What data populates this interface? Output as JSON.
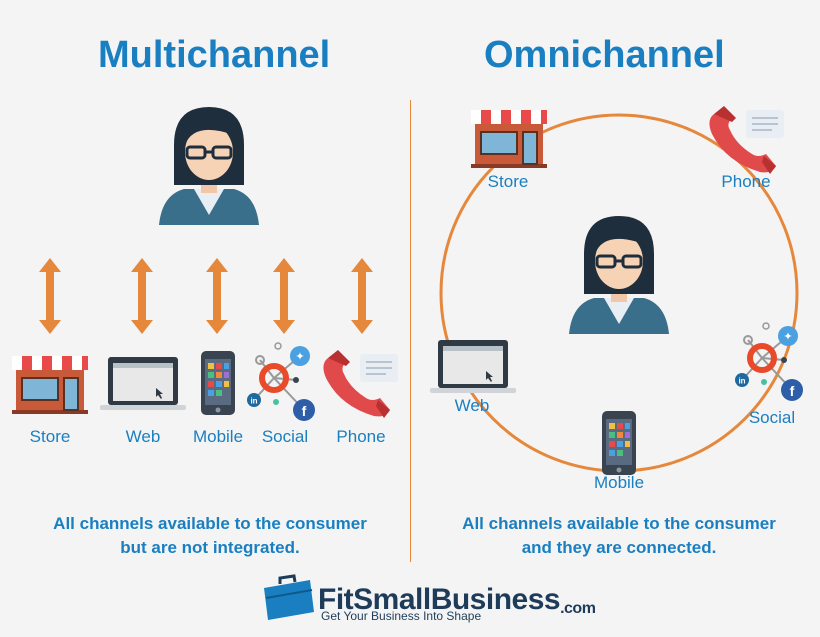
{
  "left": {
    "title": "Multichannel",
    "channels": [
      "Store",
      "Web",
      "Mobile",
      "Social",
      "Phone"
    ],
    "caption_line1": "All channels available to the consumer",
    "caption_line2": "but are not integrated."
  },
  "right": {
    "title": "Omnichannel",
    "channels": {
      "store": "Store",
      "phone": "Phone",
      "web": "Web",
      "social": "Social",
      "mobile": "Mobile"
    },
    "caption_line1": "All channels available to the consumer",
    "caption_line2": "and they are connected."
  },
  "logo": {
    "name_main": "FitSmallBusiness",
    "name_suffix": ".com",
    "tagline": "Get Your Business Into Shape"
  },
  "colors": {
    "accent_blue": "#1a7fc1",
    "arrow_orange": "#e6883c",
    "navy": "#1e3c5a"
  }
}
